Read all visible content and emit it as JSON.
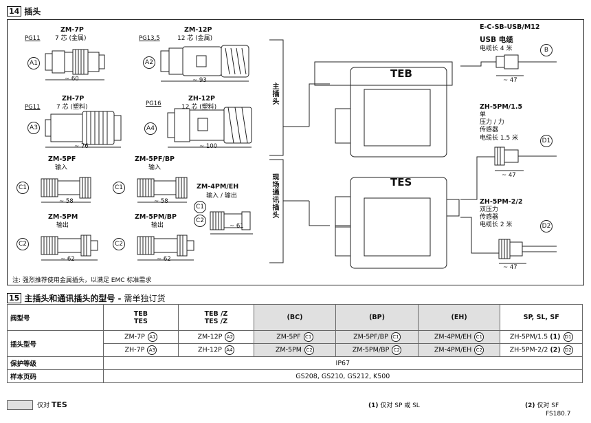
{
  "section14": {
    "num": "14",
    "title": "插头"
  },
  "connectors": {
    "zm7p": {
      "name": "ZM-7P",
      "desc": "7 芯 (金属)",
      "pg": "PG11",
      "dim": "~ 60",
      "badge": "A1"
    },
    "zm12p": {
      "name": "ZM-12P",
      "desc": "12 芯 (金属)",
      "pg": "PG13,5",
      "dim": "~ 93",
      "badge": "A2"
    },
    "zh7p": {
      "name": "ZH-7P",
      "desc": "7 芯 (塑料)",
      "pg": "PG11",
      "dim": "~ 76",
      "badge": "A3"
    },
    "zh12p": {
      "name": "ZH-12P",
      "desc": "12 芯 (塑料)",
      "pg": "PG16",
      "dim": "~ 100",
      "badge": "A4"
    },
    "zm5pf": {
      "name": "ZM-5PF",
      "desc": "输入",
      "dim": "~ 58",
      "badge": "C1"
    },
    "zm5pfbp": {
      "name": "ZM-5PF/BP",
      "desc": "输入",
      "dim": "~ 58",
      "badge": "C1"
    },
    "zm4pmeh": {
      "name": "ZM-4PM/EH",
      "desc": "输入 / 输出",
      "dim": "~ 61",
      "badge1": "C1",
      "badge2": "C2"
    },
    "zm5pm": {
      "name": "ZM-5PM",
      "desc": "输出",
      "dim": "~ 62",
      "badge": "C2"
    },
    "zm5pmbp": {
      "name": "ZM-5PM/BP",
      "desc": "输出",
      "dim": "~ 62",
      "badge": "C2"
    }
  },
  "vertical_labels": {
    "main": "主插头",
    "field": "现场通讯插头"
  },
  "devices": {
    "teb": "TEB",
    "tes": "TES"
  },
  "right": {
    "usb": {
      "name1": "E-C-SB-USB/M12",
      "name2": "USB 电缆",
      "len": "电缆长 4 米",
      "badge": "B",
      "dim": "~ 47"
    },
    "zh5pm15": {
      "name": "ZH-5PM/1.5",
      "l1": "单",
      "l2": "压力 / 力",
      "l3": "传感器",
      "len": "电缆长 1.5 米",
      "badge": "D1",
      "dim": "~ 47"
    },
    "zh5pm22": {
      "name": "ZH-5PM-2/2",
      "l1": "双压力",
      "l2": "传感器",
      "len": "电缆长 2 米",
      "badge": "D2",
      "dim": "~ 47"
    }
  },
  "note": "注: 强烈推荐使用金属插头，以满足 EMC 标准需求",
  "section15": {
    "num": "15",
    "title": "主插头和通讯插头的型号 -",
    "subtitle": "需单独订货"
  },
  "table": {
    "headers": [
      "阀型号",
      "TEB\nTES",
      "TEB /Z\nTES /Z",
      "(BC)",
      "(BP)",
      "(EH)",
      "SP, SL, SF"
    ],
    "row_plug_label": "插头型号",
    "plug_row1": [
      "ZM-7P",
      "ZM-12P",
      "ZM-5PF",
      "ZM-5PF/BP",
      "ZM-4PM/EH",
      "ZH-5PM/1.5"
    ],
    "plug_row1_badges": [
      "A1",
      "A2",
      "C1",
      "C1",
      "C1",
      "D1"
    ],
    "plug_row1_sp_mark": "(1)",
    "plug_row2": [
      "ZH-7P",
      "ZH-12P",
      "ZM-5PM",
      "ZM-5PM/BP",
      "ZM-4PM/EH",
      "ZH-5PM-2/2"
    ],
    "plug_row2_badges": [
      "A3",
      "A4",
      "C2",
      "C2",
      "C2",
      "D2"
    ],
    "plug_row2_sp_mark": "(2)",
    "protection_label": "保护等级",
    "protection_value": "IP67",
    "sample_label": "样本页码",
    "sample_value": "GS208, GS210, GS212, K500"
  },
  "footer": {
    "legend": "仅对 TES",
    "legend_bold": "TES",
    "legend_prefix": "仅对",
    "note1_mark": "(1)",
    "note1": "仅对 SP 或 SL",
    "note2_mark": "(2)",
    "note2": "仅对 SF",
    "code": "FS180.7"
  }
}
